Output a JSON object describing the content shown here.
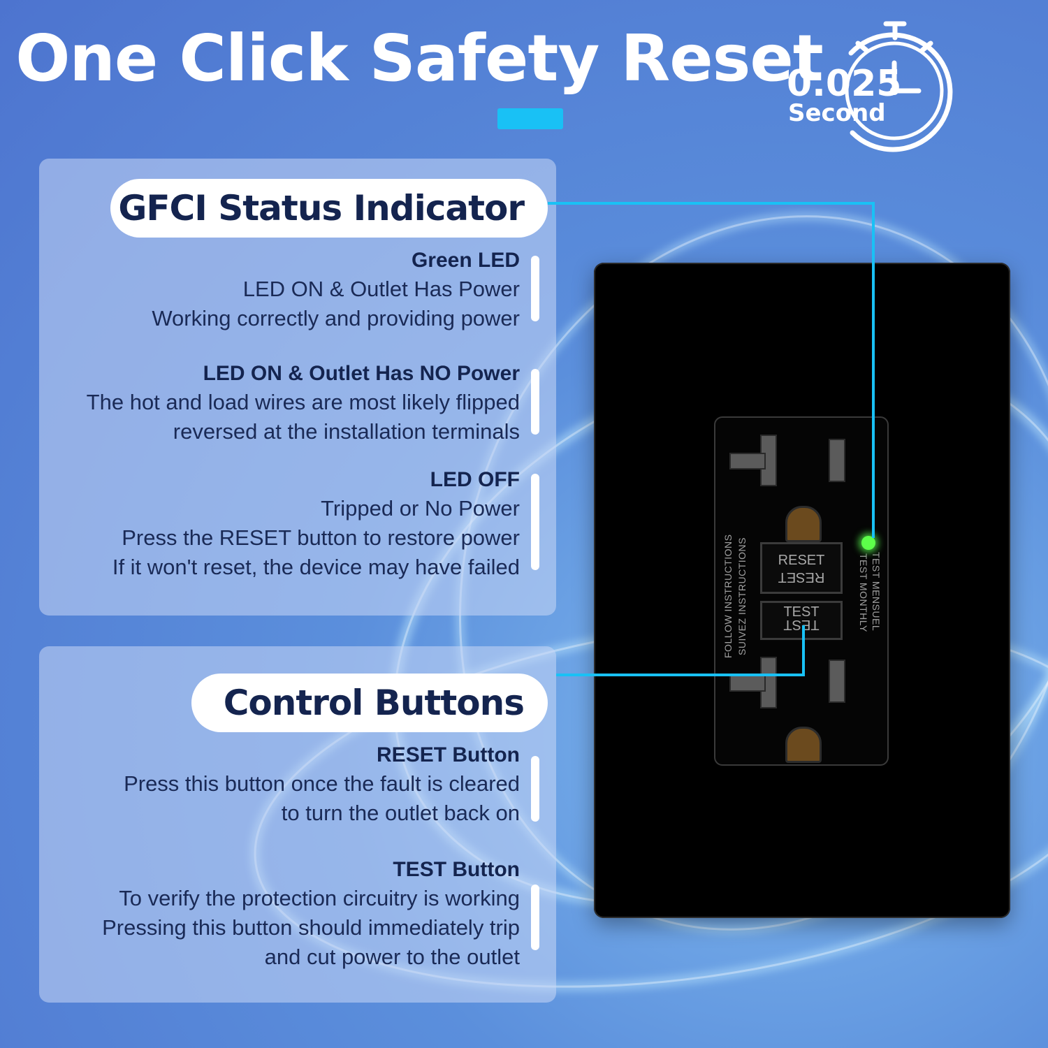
{
  "headline": {
    "title": "One Click Safety Reset",
    "timer_value": "0.025",
    "timer_unit": "Second"
  },
  "status_panel": {
    "title": "GFCI Status Indicator",
    "items": [
      {
        "heading": "Green LED",
        "lines": [
          "LED ON & Outlet Has Power",
          "Working correctly and providing power"
        ]
      },
      {
        "heading": "LED ON & Outlet Has NO Power",
        "lines": [
          "The hot and load wires are most likely flipped",
          "reversed at the installation terminals"
        ]
      },
      {
        "heading": "LED OFF",
        "lines": [
          "Tripped or No Power",
          "Press the RESET button to restore power",
          "If it won't reset, the device may have failed"
        ]
      }
    ]
  },
  "controls_panel": {
    "title": "Control Buttons",
    "items": [
      {
        "heading": "RESET Button",
        "lines": [
          "Press this button once the fault is cleared",
          "to turn the outlet back on"
        ]
      },
      {
        "heading": "TEST Button",
        "lines": [
          "To verify the protection circuitry is working",
          "Pressing this button should immediately trip",
          "and cut power to the outlet"
        ]
      }
    ]
  },
  "outlet": {
    "reset_label": "RESET",
    "test_label": "TEST",
    "left_text_1": "FOLLOW INSTRUCTIONS",
    "left_text_2": "SUIVEZ INSTRUCTIONS",
    "right_text_1": "TEST MENSUEL",
    "right_text_2": "TEST MONTHLY",
    "led_color": "#5dff4a",
    "plate_color": "#000000"
  },
  "colors": {
    "accent": "#19c1f5",
    "navy_text": "#14244f"
  }
}
